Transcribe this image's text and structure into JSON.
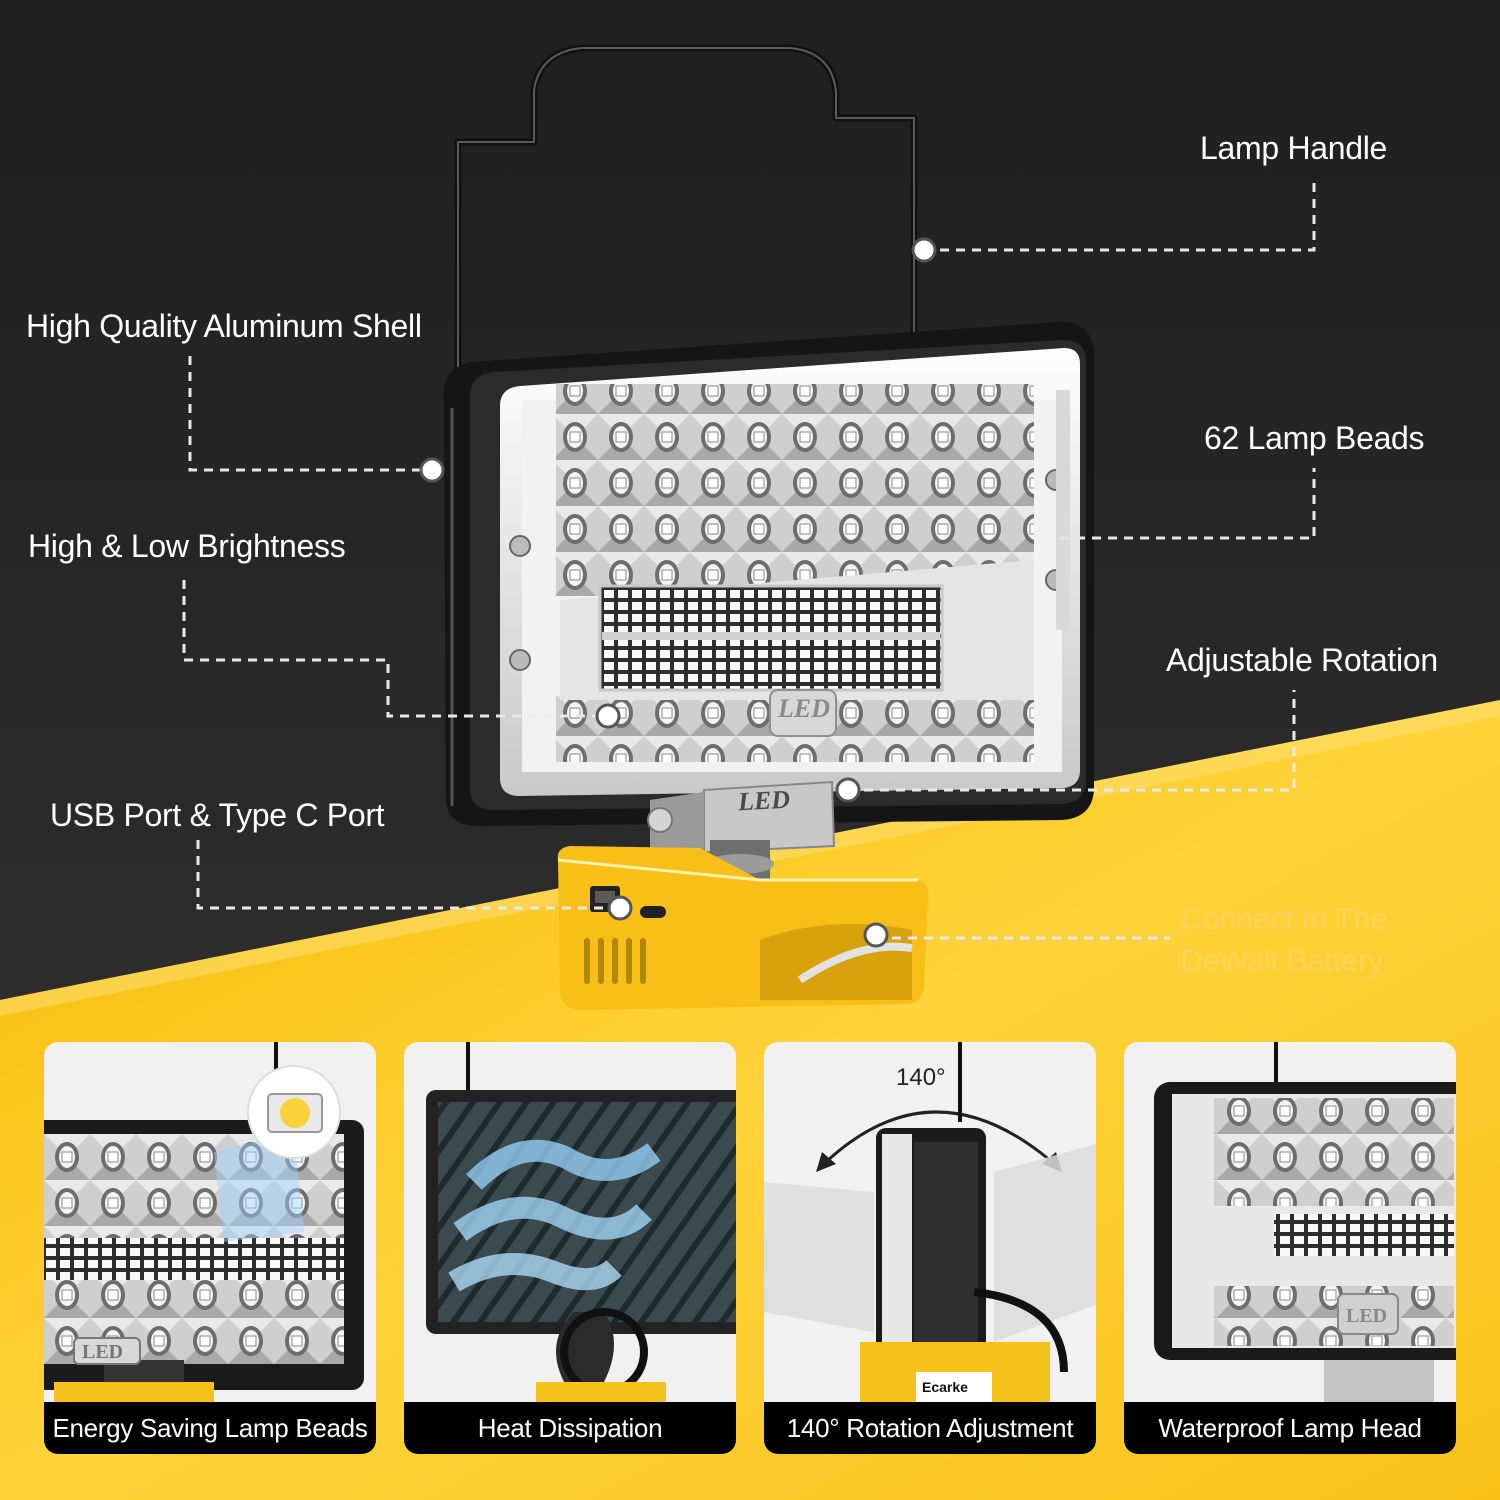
{
  "callouts": {
    "lamp_handle": "Lamp Handle",
    "aluminum_shell": "High Quality Aluminum Shell",
    "lamp_beads": "62 Lamp Beads",
    "brightness": "High & Low Brightness",
    "rotation": "Adjustable Rotation",
    "ports": "USB Port & Type C Port",
    "battery_line1": "Connect to The",
    "battery_line2": "DeWalt Battery"
  },
  "lamp": {
    "badge_text": "LED",
    "bracket_text": "LED"
  },
  "panels": [
    {
      "caption": "Energy Saving Lamp Beads"
    },
    {
      "caption": "Heat Dissipation"
    },
    {
      "caption": "140° Rotation Adjustment",
      "angle_label": "140°",
      "brand": "Ecarke"
    },
    {
      "caption": "Waterproof Lamp Head"
    }
  ],
  "colors": {
    "background_dark": "#2a2a2a",
    "accent_yellow": "#fbc31c",
    "battery_label_yellow": "#ffd35a"
  }
}
